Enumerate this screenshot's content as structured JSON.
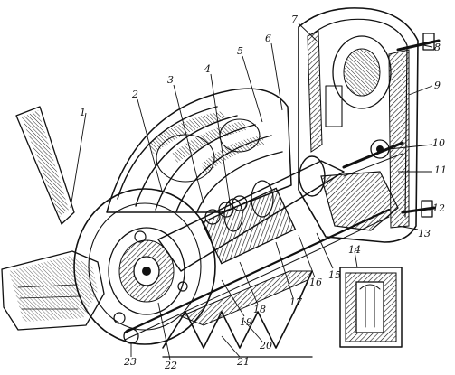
{
  "figure": {
    "callouts": [
      {
        "id": "1",
        "label": "1"
      },
      {
        "id": "2",
        "label": "2"
      },
      {
        "id": "3",
        "label": "3"
      },
      {
        "id": "4",
        "label": "4"
      },
      {
        "id": "5",
        "label": "5"
      },
      {
        "id": "6",
        "label": "6"
      },
      {
        "id": "7",
        "label": "7"
      },
      {
        "id": "8",
        "label": "8"
      },
      {
        "id": "9",
        "label": "9"
      },
      {
        "id": "10",
        "label": "10"
      },
      {
        "id": "11",
        "label": "11"
      },
      {
        "id": "12",
        "label": "12"
      },
      {
        "id": "13",
        "label": "13"
      },
      {
        "id": "14",
        "label": "14"
      },
      {
        "id": "15",
        "label": "15"
      },
      {
        "id": "16",
        "label": "16"
      },
      {
        "id": "17",
        "label": "17"
      },
      {
        "id": "18",
        "label": "18"
      },
      {
        "id": "19",
        "label": "19"
      },
      {
        "id": "20",
        "label": "20"
      },
      {
        "id": "21",
        "label": "21"
      },
      {
        "id": "22",
        "label": "22"
      },
      {
        "id": "23",
        "label": "23"
      }
    ]
  }
}
